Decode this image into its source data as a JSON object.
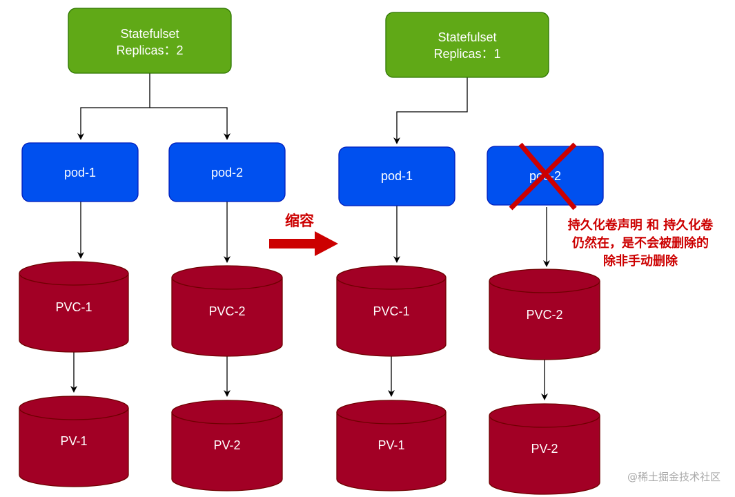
{
  "left": {
    "statefulset": {
      "line1": "Statefulset",
      "line2": "Replicas：2"
    },
    "pods": [
      "pod-1",
      "pod-2"
    ],
    "pvcs": [
      "PVC-1",
      "PVC-2"
    ],
    "pvs": [
      "PV-1",
      "PV-2"
    ]
  },
  "right": {
    "statefulset": {
      "line1": "Statefulset",
      "line2": "Replicas：1"
    },
    "pods": [
      "pod-1",
      "pod-2"
    ],
    "pvcs": [
      "PVC-1",
      "PVC-2"
    ],
    "pvs": [
      "PV-1",
      "PV-2"
    ]
  },
  "scale_down_label": "缩容",
  "note_lines": [
    "持久化卷声明 和 持久化卷",
    "仍然在，是不会被删除的",
    "除非手动删除"
  ],
  "watermark": "@稀土掘金技术社区",
  "colors": {
    "statefulset_fill": "#60a917",
    "statefulset_stroke": "#2d7600",
    "pod_fill": "#0050ef",
    "pod_stroke": "#001dbc",
    "storage_fill": "#a20025",
    "storage_stroke": "#6f0000",
    "accent_red": "#cc0000"
  }
}
